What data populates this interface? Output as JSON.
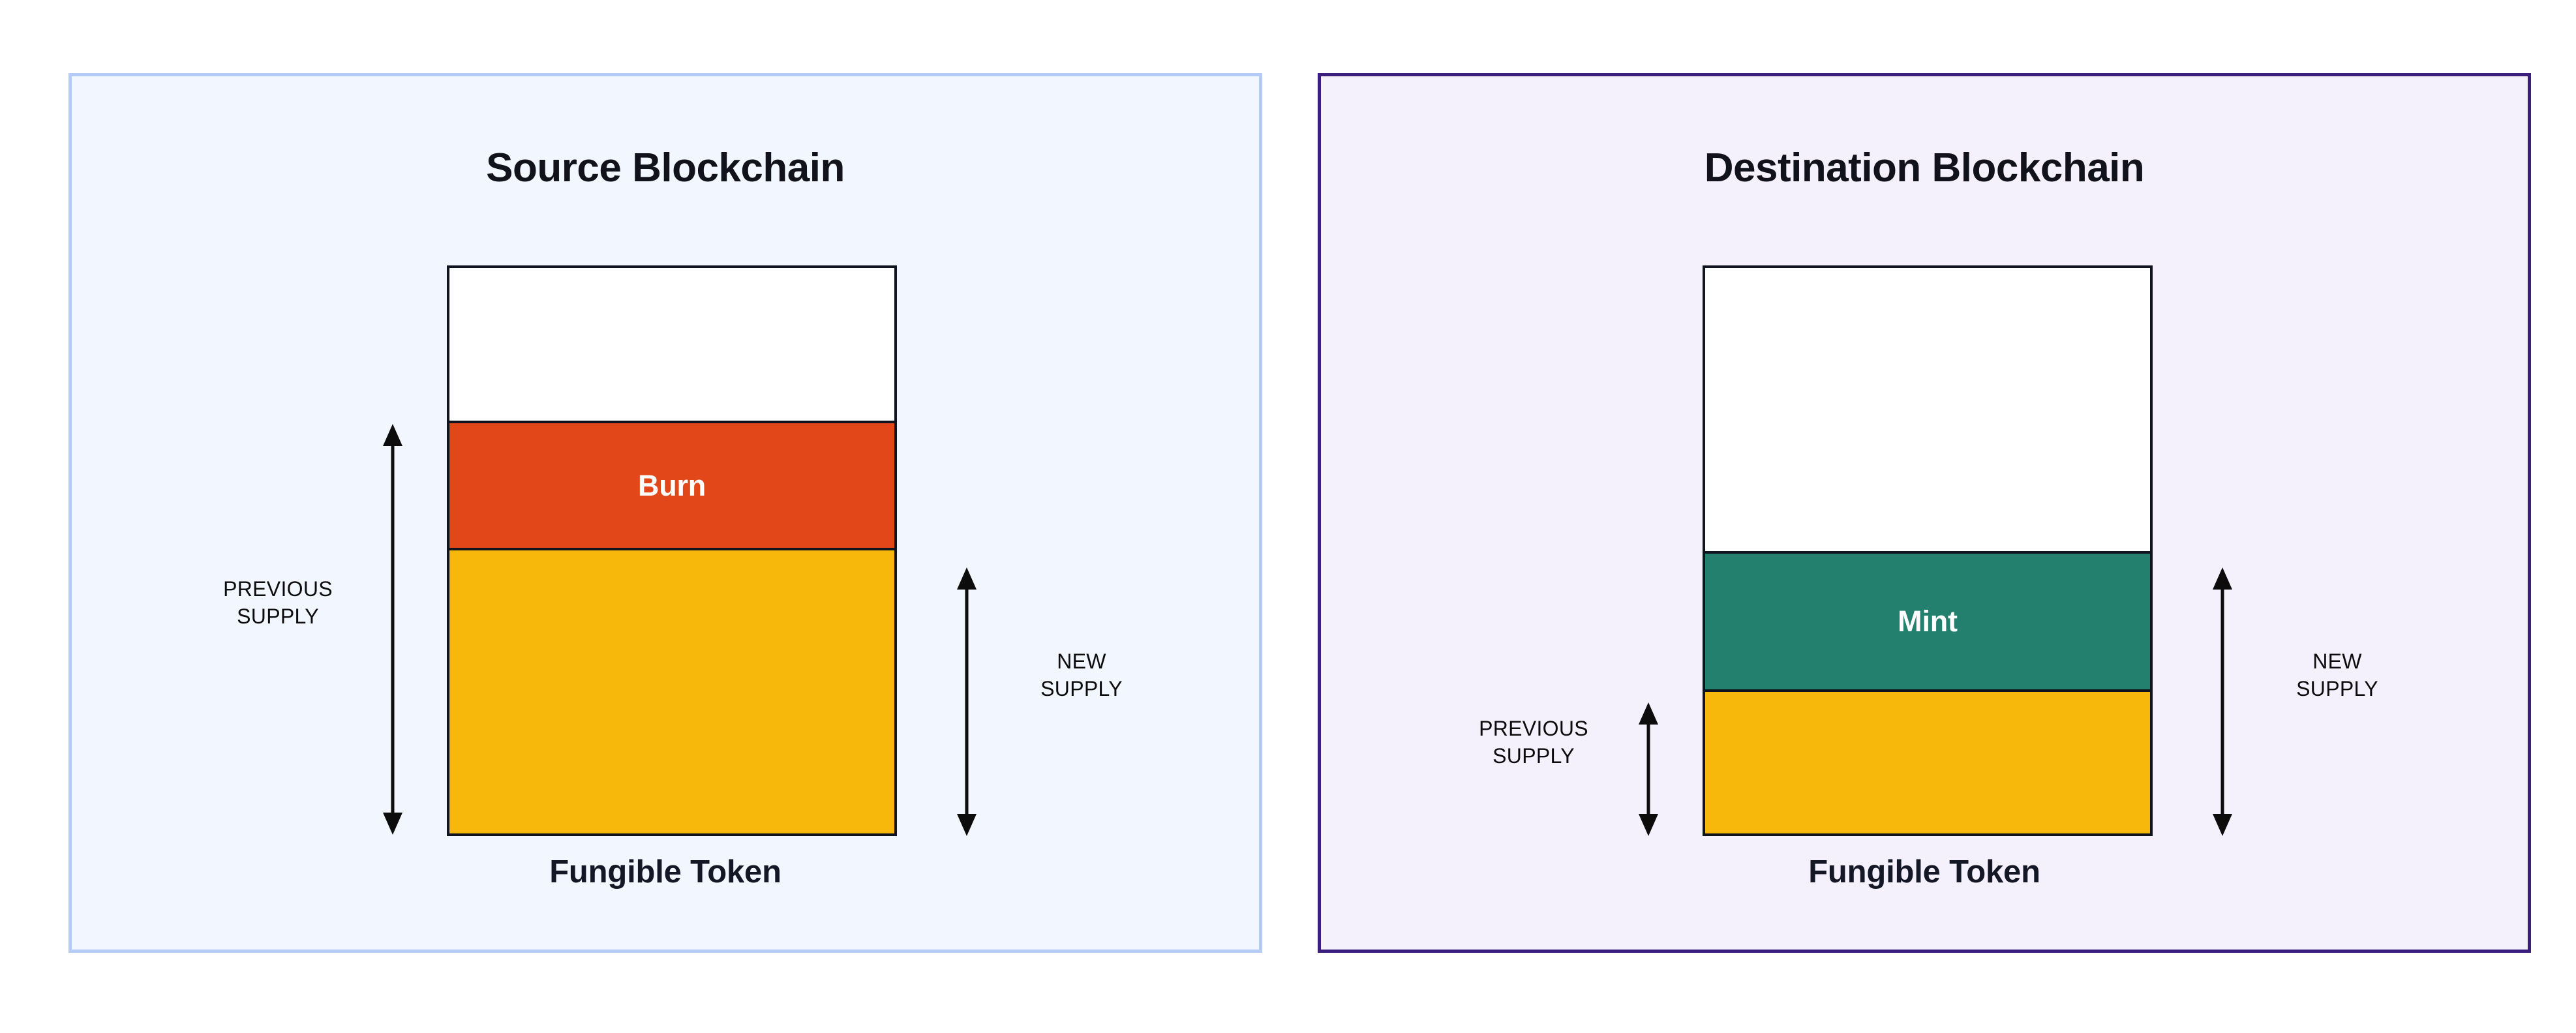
{
  "diagram": {
    "title_hidden": "",
    "panels": [
      {
        "id": "source",
        "title": "Source Blockchain",
        "caption": "Fungible Token",
        "panel_fill": "#f2f6fe",
        "panel_border": "#b3cbf5",
        "bar": {
          "segments": [
            {
              "name": "empty-headroom",
              "label": "",
              "color": "#ffffff",
              "height_pct": 27
            },
            {
              "name": "burn",
              "label": "Burn",
              "color": "#e2471a",
              "height_pct": 23
            },
            {
              "name": "remaining-supply",
              "label": "",
              "color": "#f7b80b",
              "height_pct": 50
            }
          ]
        },
        "measures": [
          {
            "name": "previous-supply",
            "label": "PREVIOUS\nSUPPLY",
            "side": "left",
            "spans": "burn + remaining-supply"
          },
          {
            "name": "new-supply",
            "label": "NEW\nSUPPLY",
            "side": "right",
            "spans": "remaining-supply"
          }
        ]
      },
      {
        "id": "destination",
        "title": "Destination Blockchain",
        "caption": "Fungible Token",
        "panel_fill": "#f4f1fd",
        "panel_border": "#3b1e7e",
        "bar": {
          "segments": [
            {
              "name": "empty-headroom",
              "label": "",
              "color": "#ffffff",
              "height_pct": 50
            },
            {
              "name": "mint",
              "label": "Mint",
              "color": "#237f6e",
              "height_pct": 25
            },
            {
              "name": "existing-supply",
              "label": "",
              "color": "#f7b80b",
              "height_pct": 25
            }
          ]
        },
        "measures": [
          {
            "name": "previous-supply",
            "label": "PREVIOUS\nSUPPLY",
            "side": "left",
            "spans": "existing-supply"
          },
          {
            "name": "new-supply",
            "label": "NEW\nSUPPLY",
            "side": "right",
            "spans": "mint + existing-supply"
          }
        ]
      }
    ],
    "colors": {
      "burn": "#e2471a",
      "mint": "#237f6e",
      "supply": "#f7b80b",
      "outline": "#10141f",
      "text": "#12121c",
      "source_panel_border": "#b3cbf5",
      "source_panel_fill": "#f2f6fe",
      "destination_panel_border": "#3b1e7e",
      "destination_panel_fill": "#f4f1fd"
    }
  }
}
